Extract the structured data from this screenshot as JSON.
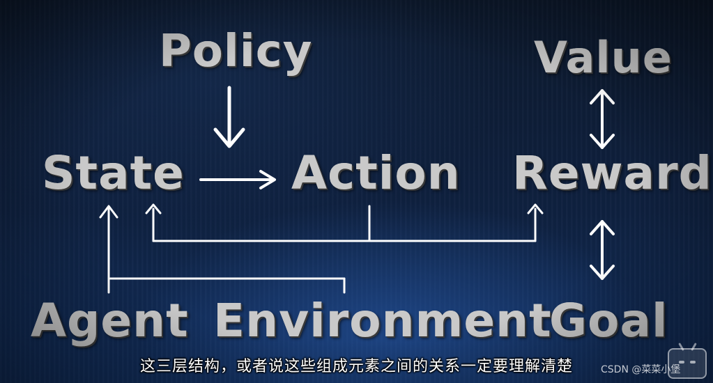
{
  "diagram": {
    "terms": {
      "policy": "Policy",
      "value": "Value",
      "state": "State",
      "action": "Action",
      "reward": "Reward",
      "agent": "Agent",
      "environment": "Environment",
      "goal": "Goal"
    }
  },
  "subtitle": "这三层结构，或者说这些组成元素之间的关系一定要理解清楚",
  "watermark": "CSDN @菜菜小堡",
  "colors": {
    "text": "#c9c9c9",
    "arrow": "#ffffff",
    "background": "#0f2140"
  }
}
